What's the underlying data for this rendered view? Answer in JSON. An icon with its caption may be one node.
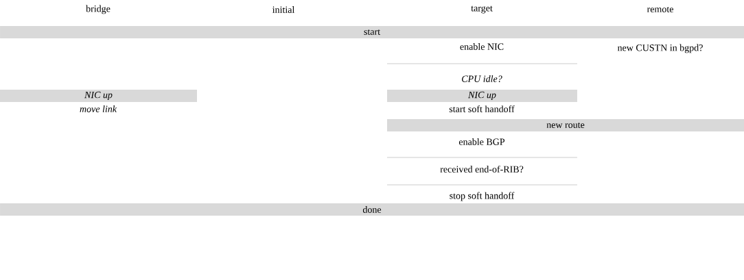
{
  "diagram": {
    "nodes": [
      {
        "text": [
          "start"
        ]
      },
      {
        "text": [
          "NIC up"
        ]
      },
      {
        "text": [
          "NIC up"
        ]
      },
      {
        "text": [
          "new route"
        ]
      },
      {
        "text": [
          "done"
        ]
      }
    ],
    "labels": [
      "bridge",
      "initial",
      "target",
      "remote",
      "enable NIC",
      "new CUSTN in bgpd?",
      "CPU idle?",
      "move link",
      "start soft handoff",
      "enable BGP",
      "received end-of-RIB?",
      "stop soft handoff"
    ]
  }
}
